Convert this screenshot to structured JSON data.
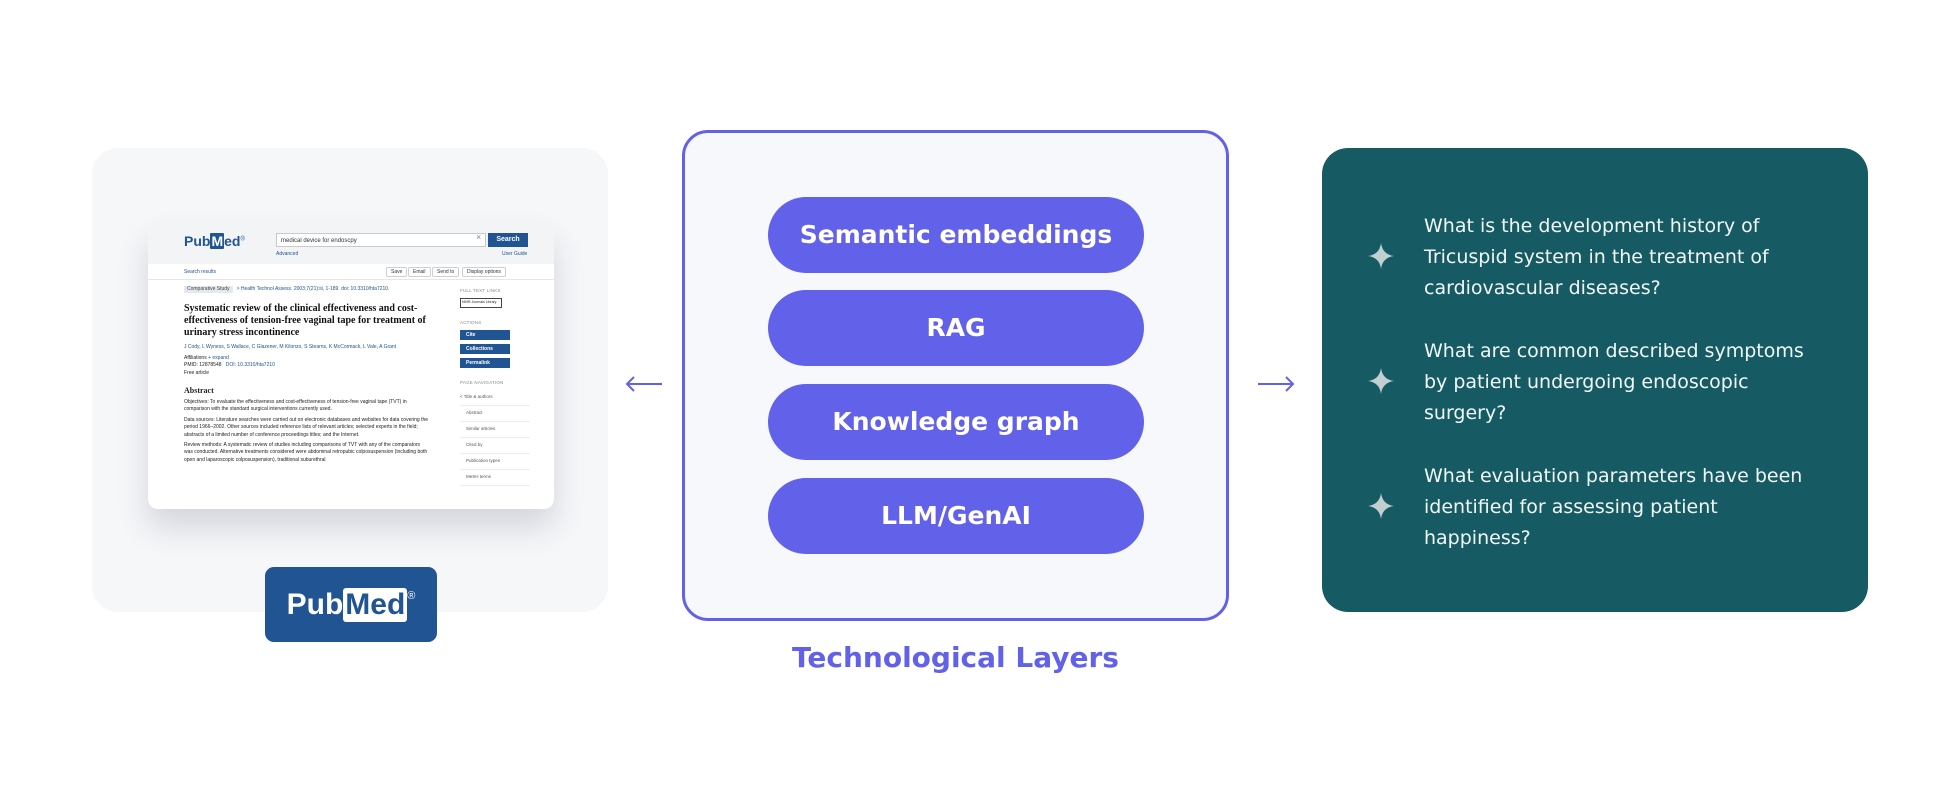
{
  "pubmed_screenshot": {
    "logo": "PubMed",
    "search_value": "medical device for endoscpy",
    "search_button": "Search",
    "advanced": "Advanced",
    "user_guide": "User Guide",
    "search_results": "Search results",
    "actions": [
      "Save",
      "Email",
      "Send to",
      "Display options"
    ],
    "tag": "Comparative Study",
    "journal": "> Health Technol Assess. 2003;7(21):iii, 1-189. doi: 10.3310/hta7210.",
    "title": "Systematic review of the clinical effectiveness and cost-effectiveness of tension-free vaginal tape for treatment of urinary stress incontinence",
    "authors": "J Cody, L Wyness, S Wallace, C Glazener, M Kilonzo, S Stearns, K McCormack, L Vale, A Grant",
    "affiliations": "Affiliations",
    "expand": "+ expand",
    "pmid": "PMID: 12878548",
    "doi": "DOI: 10.3310/hta7210",
    "free_article": "Free article",
    "abstract_heading": "Abstract",
    "abstract_paragraphs": [
      "Objectives: To evaluate the effectiveness and cost-effectiveness of tension-free vaginal tape (TVT) in comparison with the standard surgical interventions currently used.",
      "Data sources: Literature searches were carried out on electronic databases and websites for data covering the period 1966–2002. Other sources included reference lists of relevant articles; selected experts in the field; abstracts of a limited number of conference proceedings titles; and the Internet.",
      "Review methods: A systematic review of studies including comparisons of TVT with any of the comparators was conducted. Alternative treatments considered were abdominal retropubic colposuspension (including both open and laparoscopic colposuspension), traditional suburethral"
    ],
    "side_full_text": "FULL TEXT LINKS",
    "side_library": "NIHR Journals Library",
    "side_actions_label": "ACTIONS",
    "side_buttons": [
      "Cite",
      "Collections",
      "Permalink"
    ],
    "side_nav_label": "PAGE NAVIGATION",
    "side_nav": [
      "< Title & authors",
      "Abstract",
      "Similar articles",
      "Cited by",
      "Publication types",
      "MeSH terms"
    ]
  },
  "pubmed_badge": {
    "pub": "Pub",
    "med": "Med",
    "reg": "®"
  },
  "layers": {
    "items": [
      "Semantic embeddings",
      "RAG",
      "Knowledge graph",
      "LLM/GenAI"
    ],
    "caption": "Technological Layers"
  },
  "questions": [
    "What is the development history of Tricuspid system in the treatment of cardiovascular diseases?",
    "What are common described symptoms by patient undergoing endoscopic surgery?",
    "What evaluation parameters have been identified for assessing patient happiness?"
  ],
  "colors": {
    "accent": "#6161ea",
    "teal": "#165b63",
    "pubmed_blue": "#205493",
    "panel_gray": "#f6f7f9"
  },
  "icons": {
    "question_marker": "sparkle-icon",
    "left_arrow": "arrow-left-icon",
    "right_arrow": "arrow-right-icon"
  }
}
